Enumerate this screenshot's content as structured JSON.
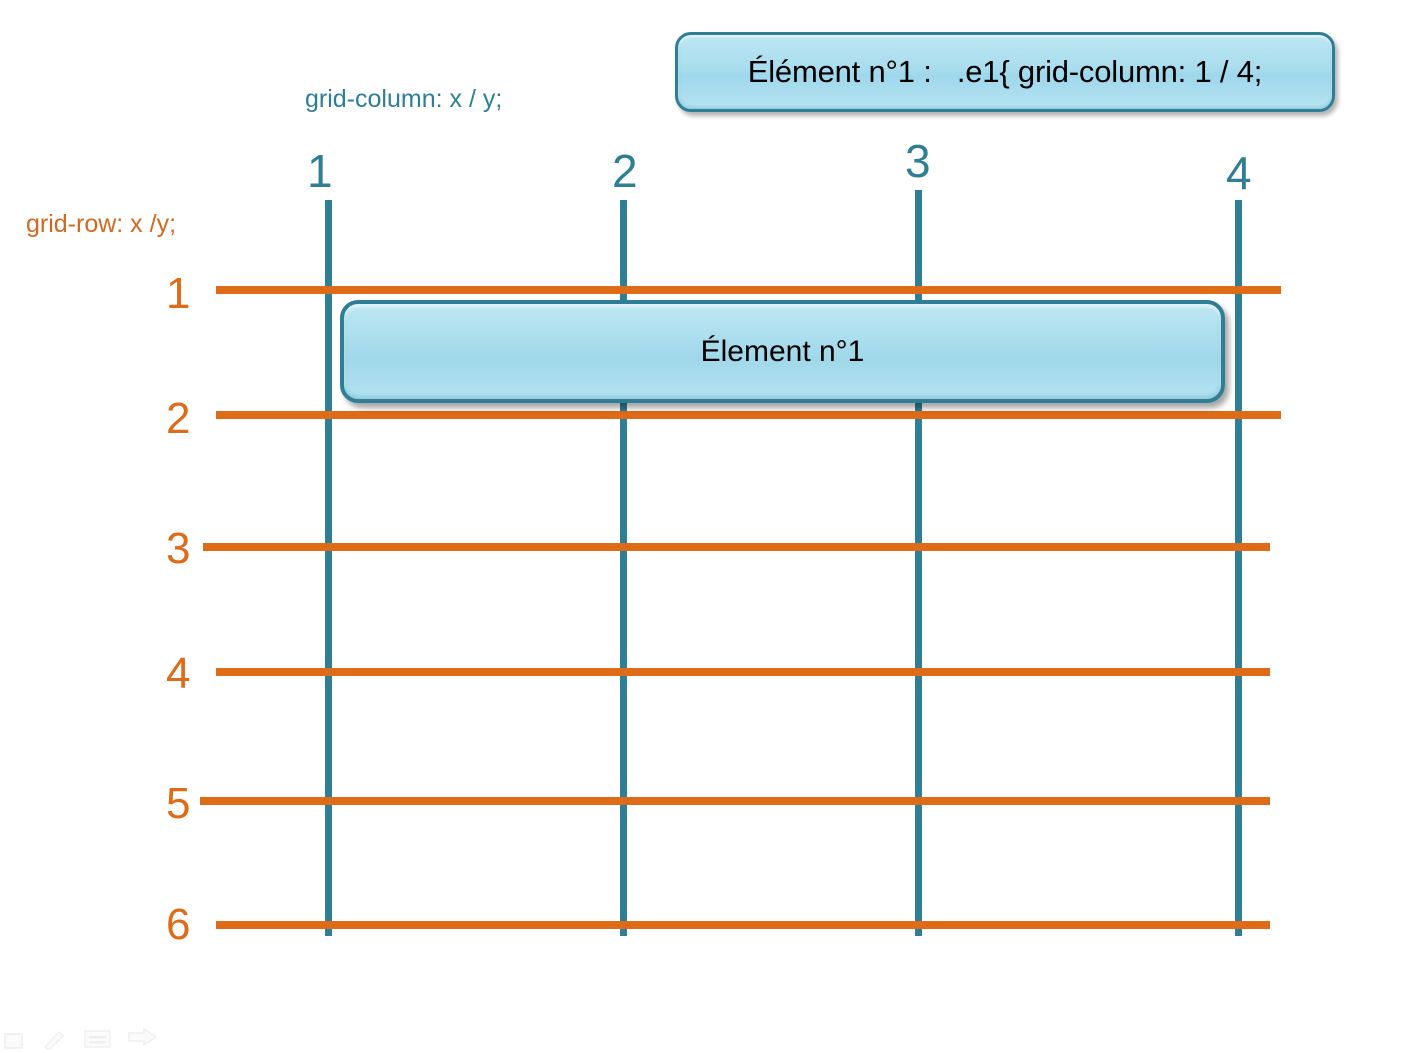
{
  "banner": {
    "text": "Élément n°1 :   .e1{ grid-column: 1 / 4;"
  },
  "captions": {
    "column_rule": "grid-column: x / y;",
    "row_rule": "grid-row: x /y;"
  },
  "grid": {
    "column_numbers": [
      "1",
      "2",
      "3",
      "4"
    ],
    "row_numbers": [
      "1",
      "2",
      "3",
      "4",
      "5",
      "6"
    ],
    "column_line_color": "#2E7E96",
    "row_line_color": "#DE6B17"
  },
  "element": {
    "label": "Élement n°1"
  },
  "ink_tools": [
    {
      "name": "eraser-icon"
    },
    {
      "name": "pen-icon"
    },
    {
      "name": "lines-icon"
    },
    {
      "name": "arrow-pointer-icon"
    }
  ]
}
